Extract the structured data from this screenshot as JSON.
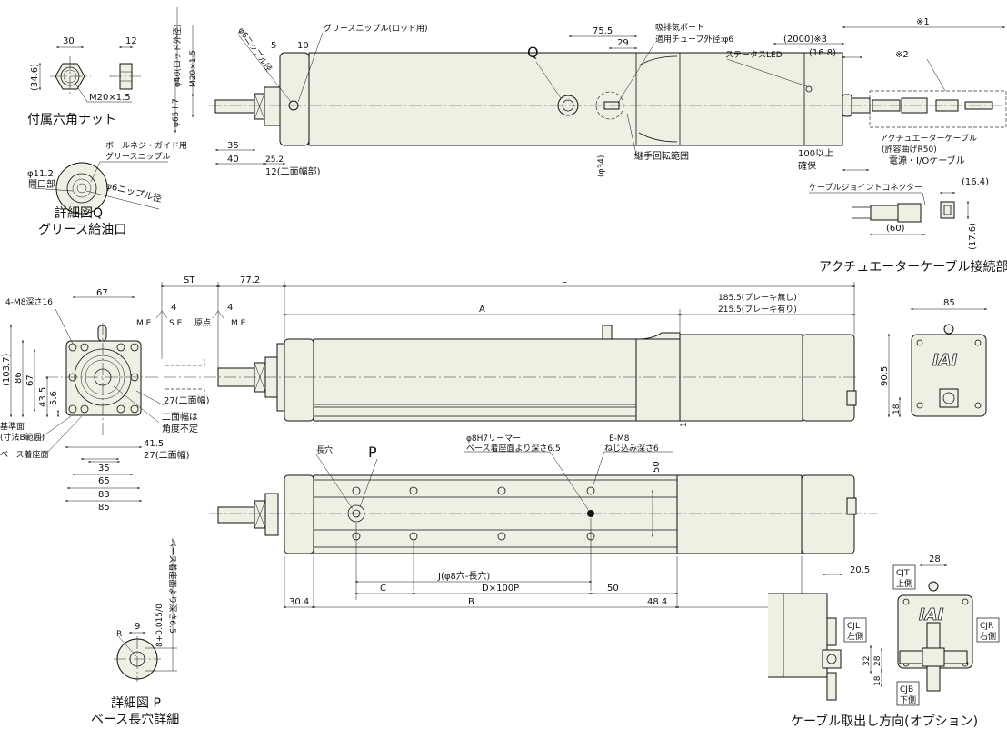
{
  "hex_nut": {
    "w": "30",
    "t": "12",
    "h": "(34.6)",
    "thread": "M20×1.5",
    "title": "付属六角ナット"
  },
  "detail_q": {
    "note1": "ボールネジ・ガイド用",
    "note2": "グリースニップル",
    "opening_dia": "φ11.2",
    "opening": "開口部",
    "nipple": "φ6ニップル径",
    "title": "詳細図Q",
    "subtitle": "グリース給油口"
  },
  "top_view": {
    "rod_od": "φ40(ロッド外径)",
    "thread": "M20×1.5",
    "pilot": "φ65 h7",
    "nipple_dia": "φ6ニップル径",
    "d5": "5",
    "d10": "10",
    "grease_rod": "グリースニップル(ロッド用)",
    "d35": "35",
    "d40": "40",
    "d25_2": "25.2",
    "flats": "12(二面幅部)",
    "q": "Q",
    "d75_5": "75.5",
    "d29": "29",
    "port1": "吸排気ポート",
    "port2": "適用チューブ外径:φ6",
    "led": "ステータスLED",
    "cable_len": "(2000)※3",
    "d16_8": "(16.8)",
    "note1": "※1",
    "note2": "※2",
    "act_cable": "アクチュエーターケーブル",
    "bend": "(許容曲げR50)",
    "io_cable": "電源・I/Oケーブル",
    "clear1": "100以上",
    "clear2": "確保",
    "phi34": "(φ34)",
    "rotation": "継手回転範囲"
  },
  "connector": {
    "label": "ケーブルジョイントコネクター",
    "w": "(16.4)",
    "len": "(60)",
    "h": "(17.6)",
    "title": "アクチュエーターケーブル接続部"
  },
  "left_end": {
    "w67": "67",
    "tap": "4-M8深さ16",
    "h103_7": "(103.7)",
    "h86": "86",
    "h67": "67",
    "h43_5": "43.5",
    "h5_6": "5.6",
    "flats27": "27(二面幅)",
    "flat_note1": "二面幅は",
    "flat_note2": "角度不定",
    "ref1": "基準面",
    "ref2": "(寸法B範囲)",
    "base": "ベース着座面",
    "d41_5": "41.5",
    "flats27b": "27(二面幅)",
    "w35": "35",
    "w65": "65",
    "w83": "83",
    "w85": "85"
  },
  "side_view": {
    "st": "ST",
    "d77_2": "77.2",
    "d4a": "4",
    "d4b": "4",
    "me1": "M.E.",
    "se": "S.E.",
    "origin": "原点",
    "me2": "M.E.",
    "l": "L",
    "a": "A",
    "no_brake": "185.5(ブレーキ無し)",
    "brake": "215.5(ブレーキ有り)",
    "d1": "1"
  },
  "right_end": {
    "w85": "85",
    "h90_5": "90.5",
    "h18": "18",
    "logo": "IAI"
  },
  "bottom_view": {
    "reamer1": "φ8H7リーマー",
    "reamer2": "ベース着座面より深さ6.5",
    "em8": "E-M8",
    "em8_depth": "ねじ込み深さ6",
    "slot": "長穴",
    "p": "P",
    "d50v": "50",
    "j": "J(φ8穴-長穴)",
    "c": "C",
    "dx": "D×100P",
    "d50": "50",
    "d30_4": "30.4",
    "b": "B",
    "d48_4": "48.4"
  },
  "detail_p": {
    "depth": "ベース着座面より深さ6.5",
    "w9": "9",
    "tol": "8+0.015/0",
    "r": "R",
    "title": "詳細図 P",
    "subtitle": "ベース長穴詳細"
  },
  "cable_option": {
    "d20_5": "20.5",
    "d28": "28",
    "cjt": "CJT",
    "top": "上側",
    "cjl": "CJL",
    "left": "左側",
    "cjr": "CJR",
    "right": "右側",
    "d32": "32",
    "d28v": "28",
    "d18": "18",
    "cjb": "CJB",
    "bottom": "下側",
    "logo": "IAI",
    "title": "ケーブル取出し方向(オプション)"
  }
}
